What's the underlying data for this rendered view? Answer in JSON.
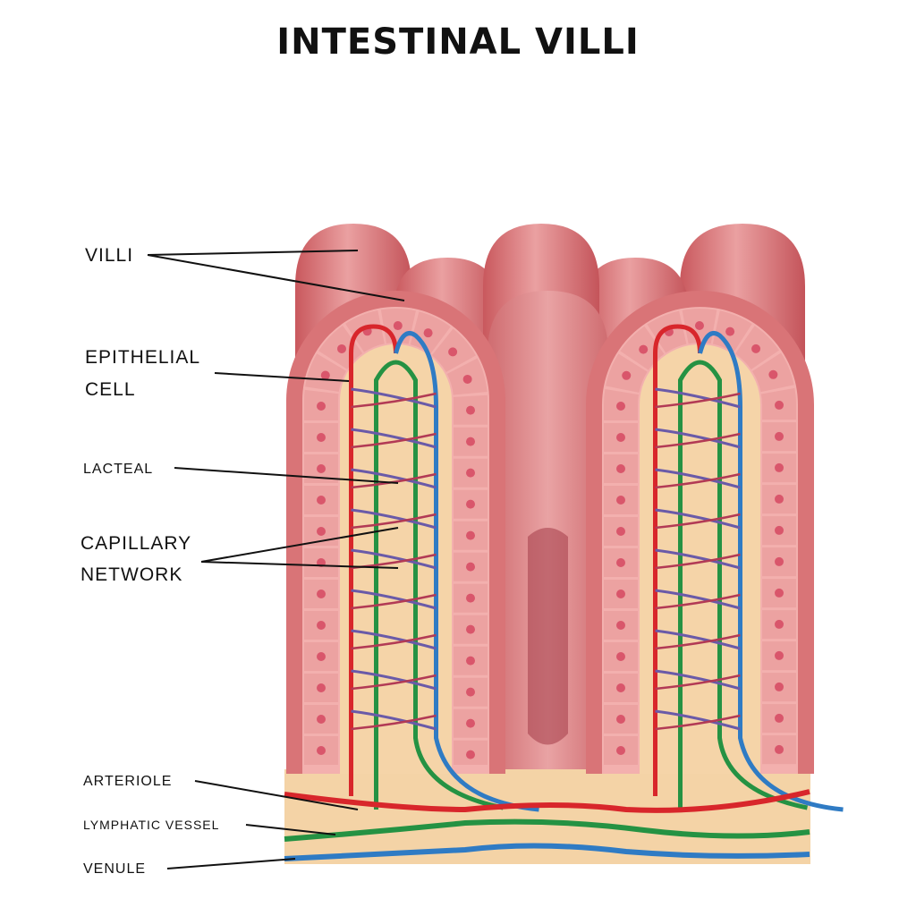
{
  "title": "INTESTINAL VILLI",
  "labels": {
    "villi": "VILLI",
    "epithelial_1": "EPITHELIAL",
    "epithelial_2": "CELL",
    "lacteal": "LACTEAL",
    "capillary_1": "CAPILLARY",
    "capillary_2": "NETWORK",
    "arteriole": "ARTERIOLE",
    "lymphatic": "LYMPHATIC VESSEL",
    "venule": "VENULE"
  },
  "colors": {
    "villus": "#d97477",
    "villus_light": "#eea5a5",
    "cell": "#f3b0ae",
    "nucleus": "#d9566b",
    "lamina": "#f5d4a8",
    "arteriole": "#d8262b",
    "venule": "#2f7bc4",
    "lymph": "#259243"
  }
}
